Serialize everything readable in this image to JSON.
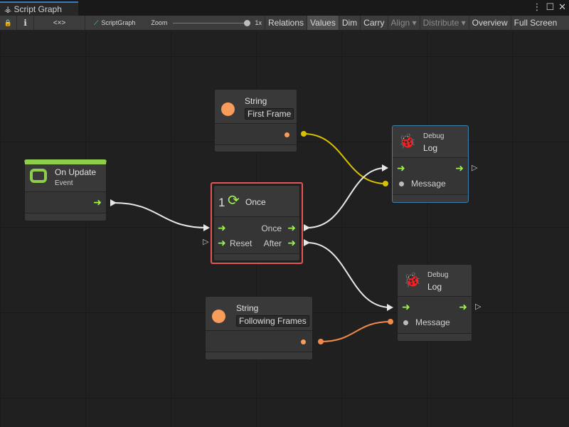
{
  "window": {
    "title": "Script Graph",
    "controls": [
      "⋮",
      "☐",
      "✕"
    ]
  },
  "toolbar": {
    "lock": "🔒",
    "info": "ℹ",
    "code": "<×>",
    "graph_name": "ScriptGraph",
    "zoom_label": "Zoom",
    "zoom_value": "1x",
    "zoom_level": 1.0,
    "buttons": [
      {
        "label": "Relations",
        "active": false
      },
      {
        "label": "Values",
        "active": true
      },
      {
        "label": "Dim",
        "active": false
      },
      {
        "label": "Carry",
        "active": false
      },
      {
        "label": "Align ▾",
        "disabled": true
      },
      {
        "label": "Distribute ▾",
        "disabled": true
      },
      {
        "label": "Overview",
        "active": false
      },
      {
        "label": "Full Screen",
        "active": false
      }
    ]
  },
  "nodes": {
    "string1": {
      "title": "String",
      "value": "First Frame",
      "color": "#f79c5a"
    },
    "on_update": {
      "title": "On Update",
      "subtitle": "Event",
      "accent": "#8fce4d"
    },
    "once": {
      "title": "Once",
      "count": "1",
      "ports": {
        "once": "Once",
        "reset": "Reset",
        "after": "After"
      },
      "selection_color": "#e55555"
    },
    "debug1": {
      "subtitle": "Debug",
      "title": "Log",
      "message": "Message",
      "icon_color": "#f0613a"
    },
    "debug2": {
      "subtitle": "Debug",
      "title": "Log",
      "message": "Message",
      "icon_color": "#f0613a"
    },
    "string2": {
      "title": "String",
      "value": "Following Frames",
      "color": "#f79c5a"
    }
  },
  "colors": {
    "control_flow": "#9df24c",
    "string_wire_1": "#d9c000",
    "string_wire_2": "#f08a4b",
    "wire_control": "#e8e8e8"
  }
}
